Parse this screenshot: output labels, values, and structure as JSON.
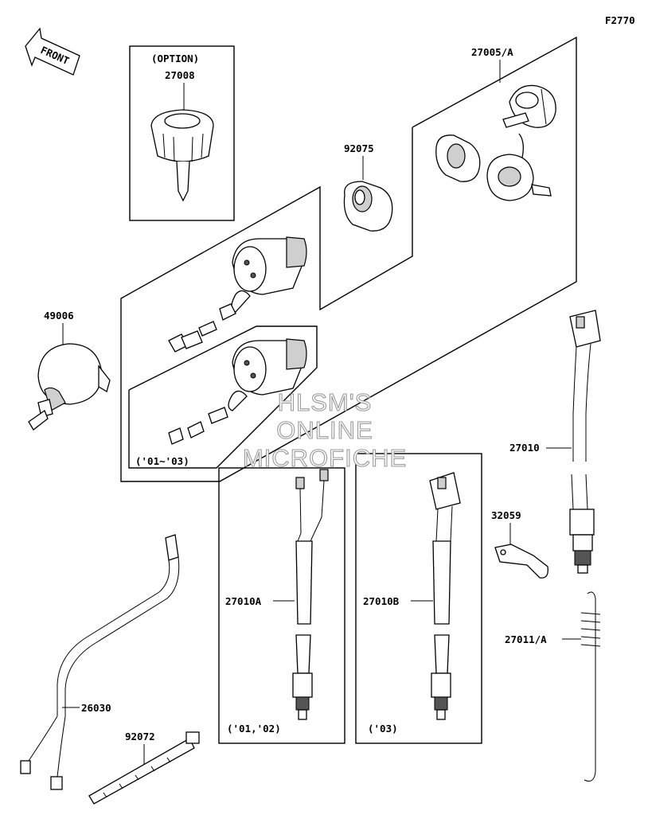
{
  "figure_id": "F2770",
  "front_label": "FRONT",
  "option_label": "(OPTION)",
  "year_notes": {
    "switch_box": "('01~'03)",
    "lead_a": "('01,'02)",
    "lead_b": "('03)"
  },
  "part_numbers": {
    "p27008": "27008",
    "p27005a": "27005/A",
    "p92075": "92075",
    "p49006": "49006",
    "p27010": "27010",
    "p32059": "32059",
    "p27010a": "27010A",
    "p27010b": "27010B",
    "p27011a": "27011/A",
    "p26030": "26030",
    "p92072": "92072"
  },
  "watermark": [
    "HLSM'S",
    "ONLINE",
    "MICROFICHE"
  ]
}
